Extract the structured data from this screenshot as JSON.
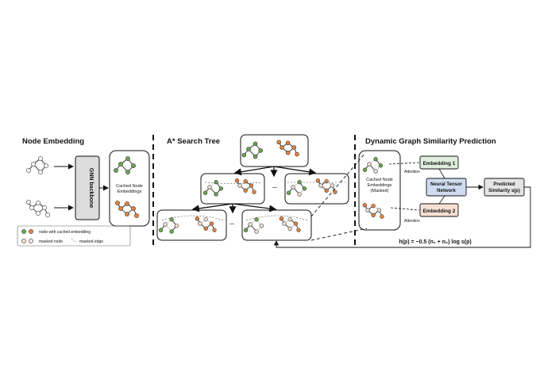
{
  "sections": {
    "node_embedding": "Node Embedding",
    "search_tree": "A* Search Tree",
    "similarity": "Dynamic Graph Similarity Prediction"
  },
  "gnn_label": "GNN backbone",
  "cached_label": [
    "Cached Node",
    "Embeddings"
  ],
  "cached_masked_label": [
    "Cached Node",
    "Embeddings",
    "(Masked)"
  ],
  "attention_label": "Attention",
  "embedding1": "Embedding 1",
  "embedding2": "Embedding 2",
  "ntn_label": [
    "Neural Tensor",
    "Network"
  ],
  "predicted_label": [
    "Predicted",
    "Similarity s(p)"
  ],
  "heuristic": "h(p) = −0.5 (n₁ + n₂) log s(p)",
  "ellipsis": "...",
  "legend": {
    "cached": "node with cached embedding",
    "masked": "masked node",
    "masked_edge": "masked edge"
  },
  "colors": {
    "green": "#6aa84f",
    "orange": "#e8823a",
    "masked": "#f1e1d4",
    "emb1": "#dfeedd",
    "emb2": "#f6e0d4",
    "ntn": "#cfdcf0",
    "pred": "#e4e4e4",
    "gnn": "#dcdcdc"
  }
}
